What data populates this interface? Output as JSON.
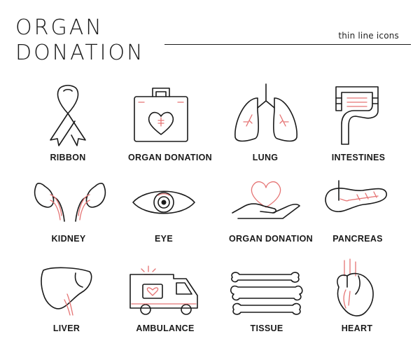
{
  "header": {
    "title_line1": "ORGAN",
    "title_line2": "DONATION",
    "subtitle": "thin line icons"
  },
  "colors": {
    "outline": "#1a1a1a",
    "accent": "#e57373",
    "background": "#ffffff"
  },
  "icons": [
    {
      "label": "RIBBON",
      "icon": "ribbon-icon"
    },
    {
      "label": "ORGAN DONATION",
      "icon": "medical-case-heart-icon"
    },
    {
      "label": "LUNG",
      "icon": "lungs-icon"
    },
    {
      "label": "INTESTINES",
      "icon": "intestines-icon"
    },
    {
      "label": "KIDNEY",
      "icon": "kidneys-icon"
    },
    {
      "label": "EYE",
      "icon": "eye-icon"
    },
    {
      "label": "ORGAN DONATION",
      "icon": "hand-heart-icon"
    },
    {
      "label": "PANCREAS",
      "icon": "pancreas-icon"
    },
    {
      "label": "LIVER",
      "icon": "liver-icon"
    },
    {
      "label": "AMBULANCE",
      "icon": "ambulance-icon"
    },
    {
      "label": "TISSUE",
      "icon": "bones-icon"
    },
    {
      "label": "HEART",
      "icon": "heart-organ-icon"
    }
  ]
}
